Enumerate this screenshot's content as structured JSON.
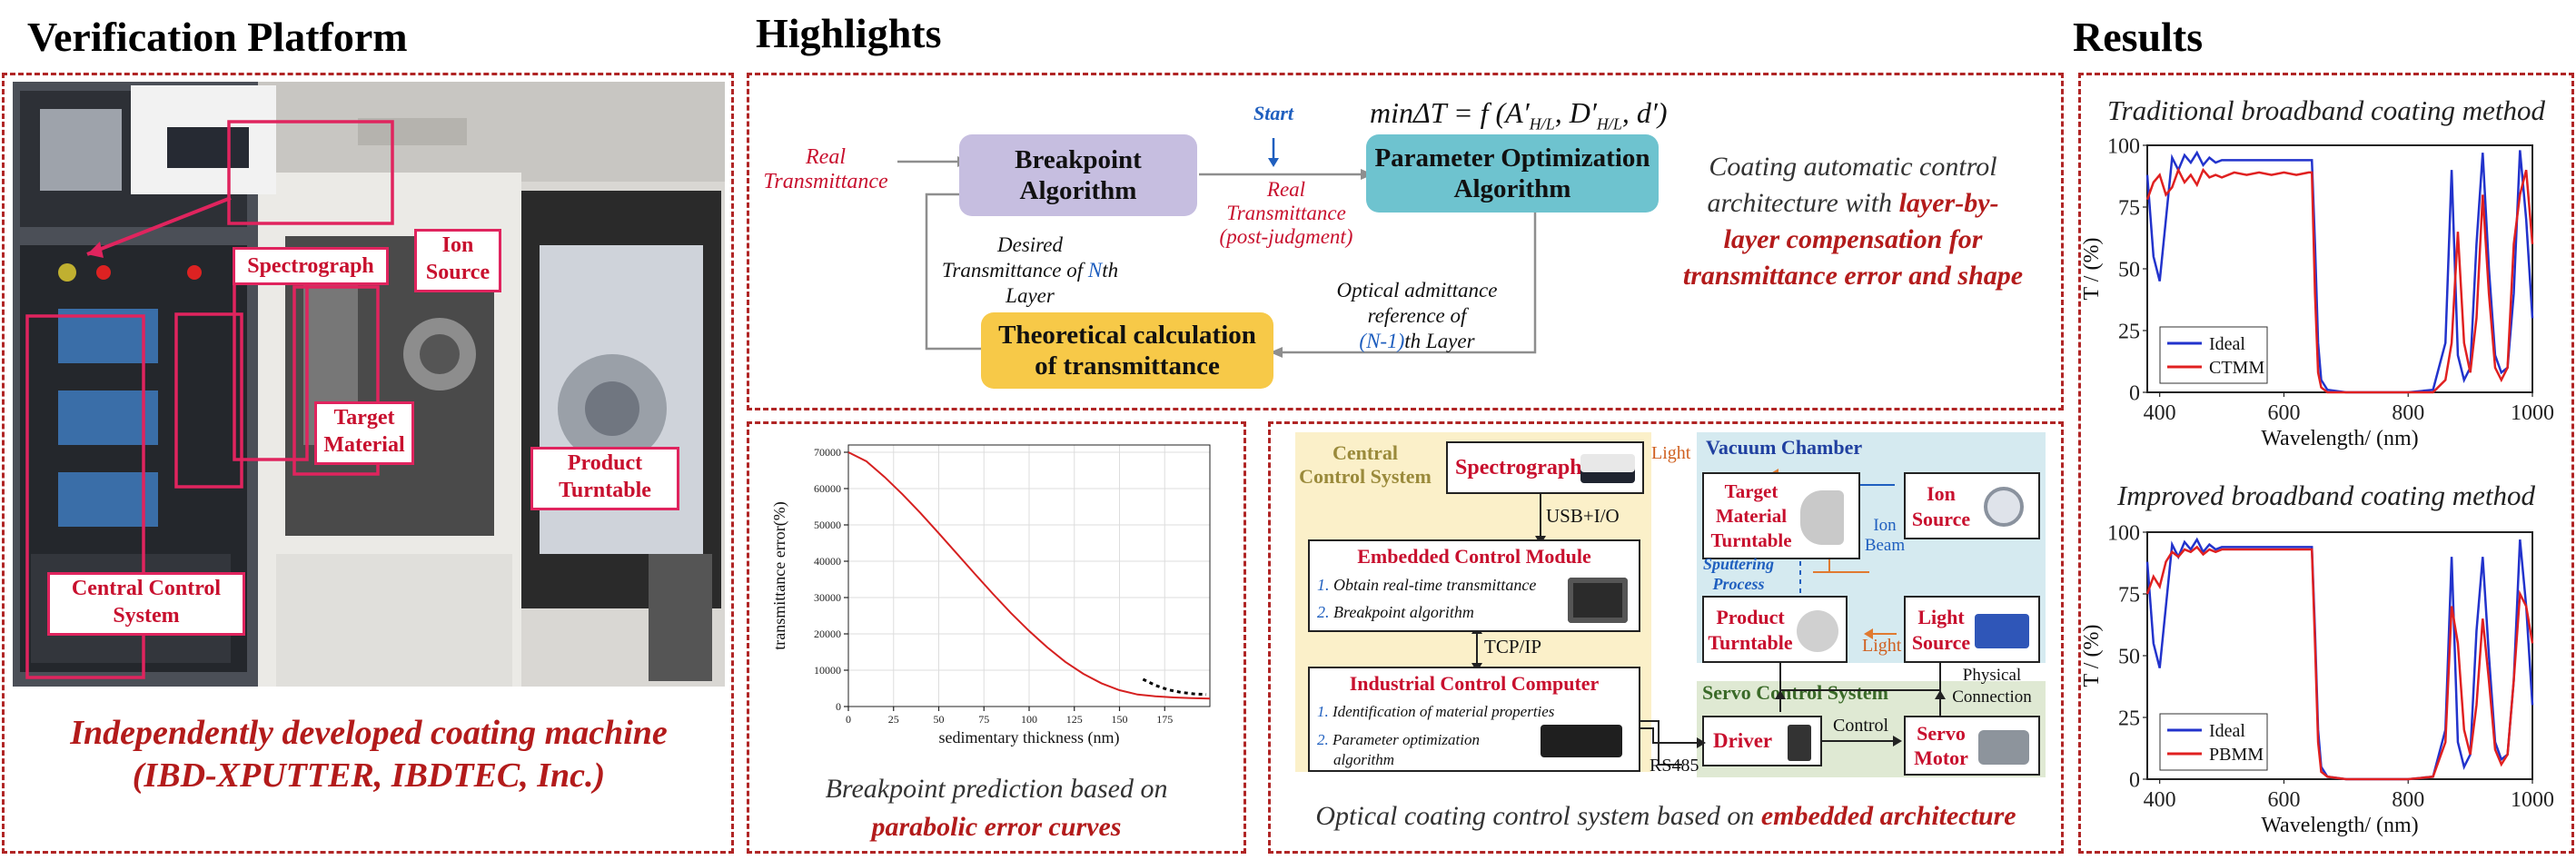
{
  "headings": {
    "verification": "Verification Platform",
    "highlights": "Highlights",
    "results": "Results"
  },
  "verification": {
    "labels": {
      "spectrograph": "Spectrograph",
      "ion_source_1": "Ion",
      "ion_source_2": "Source",
      "target_1": "Target",
      "target_2": "Material",
      "product_1": "Product",
      "product_2": "Turntable",
      "central_1": "Central Control",
      "central_2": "System"
    },
    "caption_1": "Independently developed coating machine",
    "caption_2": "(IBD-XPUTTER, IBDTEC, Inc.)"
  },
  "flow": {
    "formula_text": "minΔT = f (A′",
    "formula_sub1": "H/L",
    "formula_mid": ", D′",
    "formula_sub2": "H/L",
    "formula_end": ", d′)",
    "real_transmittance_1": "Real",
    "real_transmittance_2": "Transmittance",
    "breakpoint_algo_1": "Breakpoint",
    "breakpoint_algo_2": "Algorithm",
    "start": "Start",
    "real_post_1": "Real",
    "real_post_2": "Transmittance",
    "real_post_3": "(post-judgment)",
    "param_opt_1": "Parameter Optimization",
    "param_opt_2": "Algorithm",
    "desired_1": "Desired",
    "desired_2a": "Transmittance of ",
    "desired_2b": "N",
    "desired_2c": "th",
    "desired_3": "Layer",
    "theory_1": "Theoretical calculation",
    "theory_2": "of transmittance",
    "optical_1": "Optical admittance",
    "optical_2": "reference of",
    "optical_3a": "(N-1)",
    "optical_3b": "th Layer",
    "desc_1": "Coating automatic control",
    "desc_2a": "architecture with ",
    "desc_2b": "layer-by-",
    "desc_3": "layer compensation for",
    "desc_4": "transmittance error and shape"
  },
  "breakpoint_panel": {
    "caption_1": "Breakpoint prediction based on",
    "caption_2": "parabolic error curves"
  },
  "control": {
    "central_1": "Central",
    "central_2": "Control System",
    "spectrograph": "Spectrograph",
    "light_1": "Light",
    "vacuum": "Vacuum Chamber",
    "target_1": "Target",
    "target_2": "Material",
    "target_3": "Turntable",
    "ion_1": "Ion",
    "ion_2": "Source",
    "ion_beam_1": "Ion",
    "ion_beam_2": "Beam",
    "sputter_1": "Sputtering",
    "sputter_2": "Process",
    "usb": "USB+I/O",
    "embedded": "Embedded Control Module",
    "emb_item1_num": "1.",
    "emb_item1": "Obtain real-time transmittance",
    "emb_item2_num": "2.",
    "emb_item2": "Breakpoint algorithm",
    "product_1": "Product",
    "product_2": "Turntable",
    "light_src_1": "Light",
    "light_src_2": "Source",
    "light_2": "Light",
    "tcp": "TCP/IP",
    "industrial": "Industrial Control Computer",
    "ind_item1_num": "1.",
    "ind_item1": "Identification of material properties",
    "ind_item2_num": "2.",
    "ind_item2a": "Parameter optimization",
    "ind_item2b": "algorithm",
    "servo_sys": "Servo Control System",
    "physical_1": "Physical",
    "physical_2": "Connection",
    "rs485": "RS485",
    "driver": "Driver",
    "control": "Control",
    "servo_1": "Servo",
    "servo_2": "Motor",
    "caption_a": "Optical coating control system based on ",
    "caption_b": "embedded architecture"
  },
  "results": {
    "title_1": "Traditional broadband coating method",
    "title_2": "Improved broadband coating method"
  },
  "chart_data": [
    {
      "type": "line",
      "title": "",
      "xlabel": "sedimentary thickness (nm)",
      "ylabel": "transmittance error(%)",
      "xlim": [
        0,
        200
      ],
      "ylim": [
        0,
        72000
      ],
      "xticks": [
        0,
        25,
        50,
        75,
        100,
        125,
        150,
        175
      ],
      "yticks": [
        0,
        10000,
        20000,
        30000,
        40000,
        50000,
        60000,
        70000
      ],
      "grid": true,
      "series": [
        {
          "style": "solid",
          "color": "#d62020",
          "x": [
            0,
            10,
            20,
            30,
            40,
            50,
            60,
            70,
            80,
            90,
            100,
            110,
            120,
            130,
            140,
            150,
            160,
            170,
            180,
            190,
            200
          ],
          "y": [
            70000,
            67500,
            63200,
            58400,
            53200,
            47700,
            42100,
            36500,
            31000,
            25700,
            20800,
            16300,
            12300,
            9000,
            6400,
            4500,
            3300,
            2800,
            2500,
            2300,
            2200
          ]
        },
        {
          "style": "dotted",
          "color": "#000000",
          "x": [
            163,
            170,
            177,
            184,
            191,
            198
          ],
          "y": [
            7500,
            5800,
            4600,
            3900,
            3500,
            3300
          ]
        }
      ]
    },
    {
      "type": "line",
      "title": "Traditional broadband coating method",
      "xlabel": "Wavelength/ (nm)",
      "ylabel": "T / (%)",
      "xlim": [
        380,
        1000
      ],
      "ylim": [
        0,
        100
      ],
      "xticks": [
        400,
        600,
        800,
        1000
      ],
      "yticks": [
        0,
        25,
        50,
        75,
        100
      ],
      "legend": "bottom-left",
      "series": [
        {
          "name": "Ideal",
          "color": "#2233cc",
          "x": [
            380,
            390,
            400,
            410,
            420,
            430,
            440,
            450,
            460,
            470,
            480,
            490,
            500,
            520,
            540,
            560,
            580,
            600,
            620,
            640,
            645,
            650,
            655,
            660,
            670,
            700,
            750,
            800,
            840,
            860,
            870,
            880,
            890,
            900,
            910,
            920,
            930,
            940,
            950,
            960,
            970,
            980,
            990,
            1000
          ],
          "y": [
            88,
            55,
            45,
            70,
            95,
            90,
            96,
            93,
            97,
            92,
            95,
            93,
            94,
            94,
            94,
            94,
            94,
            94,
            94,
            94,
            94,
            60,
            20,
            5,
            1,
            0,
            0,
            0,
            1,
            20,
            90,
            15,
            5,
            10,
            60,
            97,
            50,
            15,
            8,
            10,
            40,
            98,
            70,
            30
          ]
        },
        {
          "name": "CTMM",
          "color": "#e02020",
          "x": [
            380,
            390,
            400,
            410,
            420,
            430,
            440,
            450,
            460,
            470,
            480,
            490,
            500,
            520,
            540,
            560,
            580,
            600,
            620,
            640,
            645,
            650,
            655,
            660,
            670,
            700,
            750,
            800,
            840,
            860,
            870,
            880,
            890,
            900,
            910,
            920,
            930,
            940,
            950,
            960,
            970,
            980,
            990,
            1000
          ],
          "y": [
            78,
            85,
            88,
            80,
            83,
            90,
            85,
            88,
            84,
            90,
            87,
            88,
            87,
            89,
            88,
            89,
            88,
            89,
            88,
            89,
            89,
            40,
            8,
            2,
            0,
            0,
            0,
            0,
            0,
            5,
            20,
            65,
            20,
            8,
            30,
            80,
            40,
            10,
            5,
            10,
            60,
            80,
            90,
            60
          ]
        }
      ]
    },
    {
      "type": "line",
      "title": "Improved broadband coating method",
      "xlabel": "Wavelength/ (nm)",
      "ylabel": "T / (%)",
      "xlim": [
        380,
        1000
      ],
      "ylim": [
        0,
        100
      ],
      "xticks": [
        400,
        600,
        800,
        1000
      ],
      "yticks": [
        0,
        25,
        50,
        75,
        100
      ],
      "legend": "bottom-left",
      "series": [
        {
          "name": "Ideal",
          "color": "#2233cc",
          "x": [
            380,
            390,
            400,
            410,
            420,
            430,
            440,
            450,
            460,
            470,
            480,
            490,
            500,
            520,
            540,
            560,
            580,
            600,
            620,
            640,
            645,
            650,
            655,
            660,
            670,
            700,
            750,
            800,
            840,
            860,
            870,
            880,
            890,
            900,
            910,
            920,
            930,
            940,
            950,
            960,
            970,
            980,
            990,
            1000
          ],
          "y": [
            88,
            55,
            45,
            70,
            95,
            90,
            96,
            93,
            97,
            92,
            95,
            93,
            94,
            94,
            94,
            94,
            94,
            94,
            94,
            94,
            94,
            60,
            20,
            5,
            1,
            0,
            0,
            0,
            1,
            20,
            90,
            15,
            5,
            10,
            60,
            90,
            50,
            15,
            8,
            10,
            40,
            97,
            70,
            30
          ]
        },
        {
          "name": "PBMM",
          "color": "#e02020",
          "x": [
            380,
            390,
            400,
            410,
            420,
            430,
            440,
            450,
            460,
            470,
            480,
            490,
            500,
            520,
            540,
            560,
            580,
            600,
            620,
            640,
            645,
            650,
            655,
            660,
            670,
            700,
            750,
            800,
            840,
            860,
            870,
            880,
            890,
            900,
            910,
            920,
            930,
            940,
            950,
            960,
            970,
            980,
            990,
            1000
          ],
          "y": [
            75,
            82,
            78,
            88,
            92,
            90,
            93,
            92,
            94,
            91,
            93,
            92,
            93,
            93,
            93,
            93,
            93,
            93,
            93,
            93,
            93,
            55,
            15,
            3,
            1,
            0,
            0,
            0,
            1,
            15,
            70,
            55,
            20,
            10,
            30,
            65,
            40,
            12,
            6,
            10,
            40,
            75,
            70,
            55
          ]
        }
      ]
    }
  ]
}
